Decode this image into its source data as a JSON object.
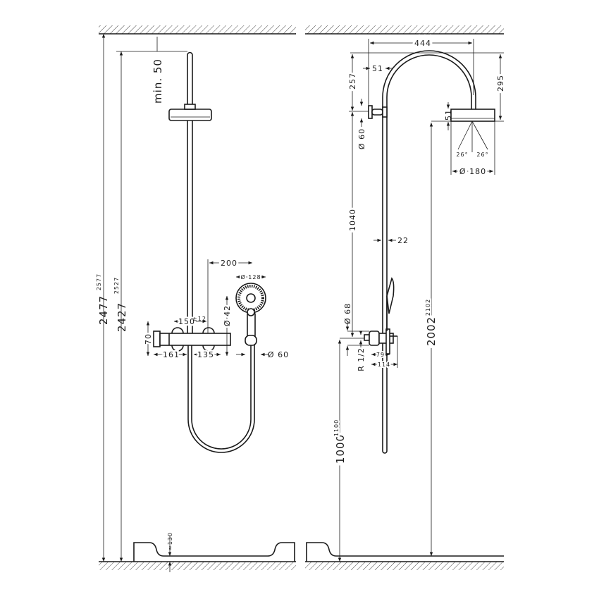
{
  "left": {
    "d2477": "2477",
    "d2577": "2577",
    "d2427": "2427",
    "d2527": "2527",
    "min50": "min. 50",
    "d200": "200",
    "d128": "Ø 128",
    "d150": "150",
    "tol12": "±12",
    "d42": "Ø 42",
    "d70": "70",
    "d161": "161",
    "d135": "135",
    "d60": "Ø 60",
    "d130": "≈130"
  },
  "right": {
    "d444": "444",
    "d51a": "51",
    "d257": "257",
    "d295": "295",
    "d51b": "51",
    "d60": "Ø 60",
    "d26a": "26°",
    "d26b": "26°",
    "d180": "Ø 180",
    "d1040": "1040",
    "d22": "22",
    "d68": "Ø 68",
    "r12": "R 1/2",
    "d79": "79",
    "d114": "114",
    "d2002": "2002",
    "d2102": "2102",
    "d1000": "1000",
    "d1100": "1100"
  }
}
